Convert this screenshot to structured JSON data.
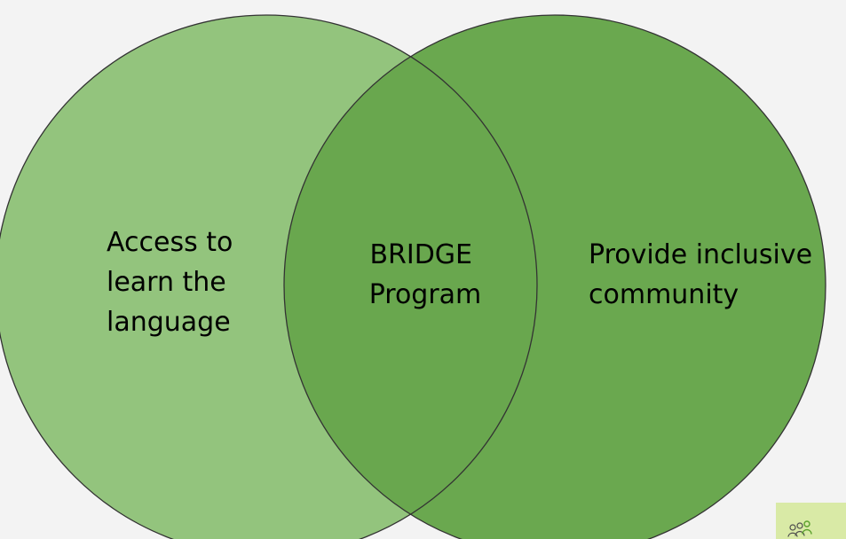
{
  "diagram": {
    "type": "venn",
    "sets": [
      {
        "id": "left",
        "label_lines": [
          "Access to",
          "learn the",
          "language"
        ]
      },
      {
        "id": "right",
        "label_lines": [
          "Provide inclusive",
          "community"
        ]
      }
    ],
    "intersection": {
      "label_lines": [
        "BRIDGE",
        "Program"
      ]
    }
  },
  "colors": {
    "background": "#f3f3f3",
    "left_circle": "#93c47d",
    "right_circle": "#6aa84f",
    "overlap": "#69a74e",
    "outline": "#333333",
    "text": "#000000",
    "logo_background": "#d9eaa6"
  },
  "logo": {
    "icon": "people-group-logo-icon"
  }
}
